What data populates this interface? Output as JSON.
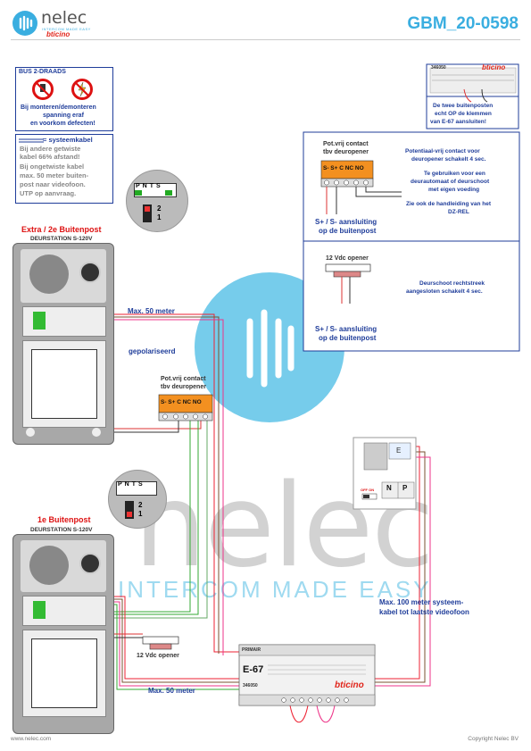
{
  "header": {
    "logo_name": "nelec",
    "logo_tagline": "INTERCOM MADE EASY",
    "logo_partner": "bticino",
    "doc_code": "GBM_20-0598",
    "accent": "#3aaee0"
  },
  "warning_box": {
    "title": "BUS 2-DRAADS",
    "line1": "Bij monteren/demonteren",
    "line2": "spanning eraf",
    "line3": "en voorkom defecten!"
  },
  "cable_box": {
    "line1": "= systeemkabel",
    "line2": "Bij andere getwiste",
    "line3": "kabel 66% afstand!",
    "line4": "Bij ongetwiste kabel",
    "line5": "max. 50 meter buiten-",
    "line6": "post naar videofoon.",
    "line7": "UTP op aanvraag."
  },
  "top_right": {
    "module_code": "346050",
    "brand": "bticino",
    "note1": "De twee buitenposten",
    "note2": "echt OP de klemmen",
    "note3": "van E-67 aansluiten!"
  },
  "info_panel": {
    "contact_title1": "Pot.vrij contact",
    "contact_title2": "tbv deuropener",
    "terminals": "S-  S+ C  NC NO",
    "note1": "Potentiaal-vrij contact voor",
    "note2": "deuropener schakelt 4 sec.",
    "note3": "Te gebruiken voor een",
    "note4": "deurautomaat of deurschoot",
    "note5": "met eigen voeding",
    "note6": "Zie ook de handleiding van het",
    "note7": "DZ-REL",
    "conn1": "S+ / S- aansluiting",
    "conn2": "op de buitenpost",
    "opener_label": "12 Vdc opener",
    "note8": "Deurschoot rechtstreek",
    "note9": "aangesloten schakelt 4 sec.",
    "conn3": "S+ / S- aansluiting",
    "conn4": "op de buitenpost"
  },
  "switch_top": {
    "labels": [
      "P",
      "N",
      "T",
      "S"
    ],
    "pos2": "2",
    "pos1": "1"
  },
  "switch_bottom": {
    "labels": [
      "P",
      "N",
      "T",
      "S"
    ],
    "pos2": "2",
    "pos1": "1"
  },
  "post2": {
    "title": "Extra / 2e Buitenpost",
    "model": "DEURSTATION S-120V"
  },
  "post1": {
    "title": "1e Buitenpost",
    "model": "DEURSTATION S-120V"
  },
  "labels": {
    "max50_top": "Max. 50 meter",
    "gepolariseerd": "gepolariseerd",
    "pot_contact1": "Pot.vrij contact",
    "pot_contact2": "tbv deuropener",
    "pot_terminals": "S-  S+ C  NC NO",
    "opener_bottom": "12 Vdc opener",
    "max50_bottom": "Max. 50 meter",
    "max100_1": "Max. 100 meter systeem-",
    "max100_2": "kabel tot laatste videofoon"
  },
  "e67": {
    "prim": "PRIMAIR",
    "name": "E-67",
    "code": "346050",
    "brand": "bticino"
  },
  "videophone": {
    "n": "N",
    "p": "P",
    "e": "E",
    "off": "OFF ON"
  },
  "watermark": {
    "name": "nelec",
    "tagline": "INTERCOM MADE EASY"
  },
  "footer": {
    "left": "www.nelec.com",
    "right": "Copyright Nelec BV"
  }
}
